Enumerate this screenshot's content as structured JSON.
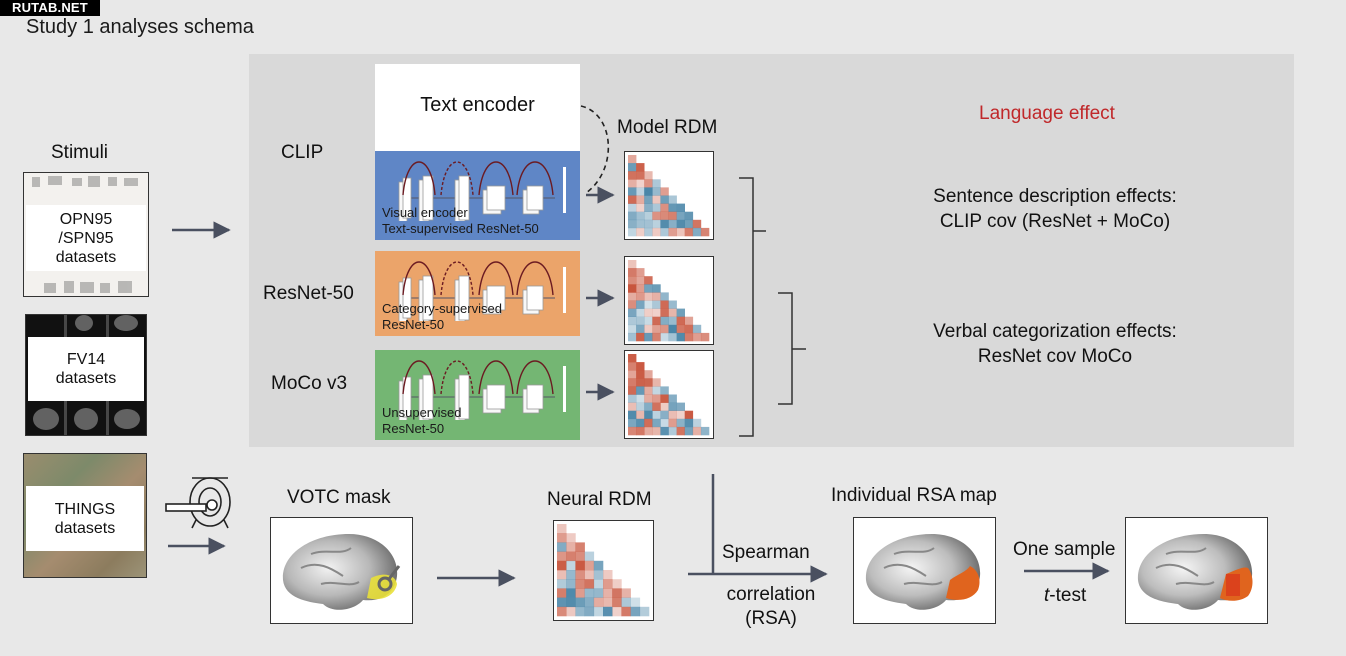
{
  "watermark": "RUTAB.NET",
  "title": "Study 1 analyses schema",
  "stimuli": {
    "heading": "Stimuli",
    "datasets": [
      {
        "line1": "OPN95",
        "line2": "/SPN95",
        "line3": "datasets"
      },
      {
        "line1": "FV14",
        "line2": "datasets"
      },
      {
        "line1": "THINGS",
        "line2": "datasets"
      }
    ]
  },
  "models": {
    "text_encoder": "Text encoder",
    "model_rdm_label": "Model RDM",
    "rows": [
      {
        "name": "CLIP",
        "caption1": "Visual encoder",
        "caption2": "Text-supervised ResNet-50",
        "color": "#5f86c6"
      },
      {
        "name": "ResNet-50",
        "caption1": "Category-supervised",
        "caption2": "ResNet-50",
        "color": "#eba46a"
      },
      {
        "name": "MoCo v3",
        "caption1": "Unsupervised",
        "caption2": "ResNet-50",
        "color": "#74b673"
      }
    ]
  },
  "effects": {
    "heading": "Language effect",
    "heading_color": "#c0282a",
    "sentence": {
      "line1": "Sentence description effects:",
      "line2": "CLIP cov (ResNet + MoCo)"
    },
    "verbal": {
      "line1": "Verbal categorization effects:",
      "line2": "ResNet cov MoCo"
    }
  },
  "pipeline": {
    "votc_mask": "VOTC mask",
    "neural_rdm": "Neural RDM",
    "spearman_line1": "Spearman",
    "spearman_line2": "correlation",
    "spearman_line3": "(RSA)",
    "individual_map": "Individual RSA map",
    "one_sample": "One sample",
    "ttest_t": "t",
    "ttest_rest": "-test"
  },
  "colors": {
    "rdm_red": "#c8553d",
    "rdm_blue": "#4a86a8",
    "arrow": "#4a5060",
    "votc_yellow": "#e9e03a",
    "rsa_orange": "#e0641e"
  }
}
